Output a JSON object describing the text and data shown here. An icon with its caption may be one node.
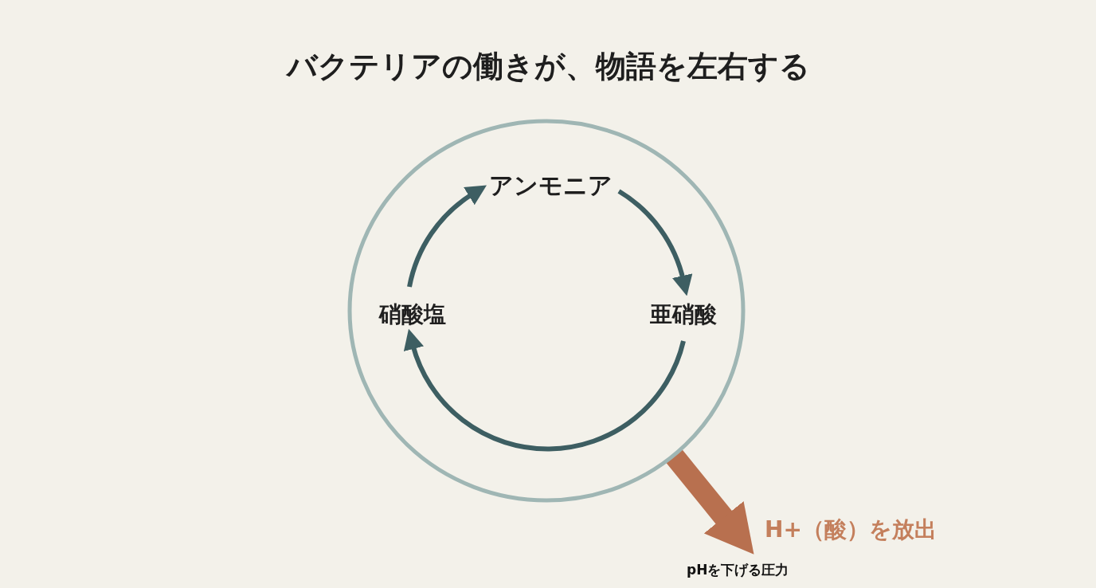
{
  "diagram": {
    "title": "バクテリアの働きが、物語を左右する",
    "nodes": [
      {
        "text": [],
        "shape": "circle"
      },
      {
        "text": [
          "アンモニア"
        ],
        "in": 0
      },
      {
        "text": [
          "亜硝酸"
        ],
        "in": 0
      },
      {
        "text": [
          "硝酸塩"
        ],
        "in": 0
      },
      {
        "text": [
          "H+（酸）を放出"
        ]
      }
    ],
    "edges": [
      {
        "from": 3,
        "to": 1,
        "arrow": "to"
      },
      {
        "from": 1,
        "to": 2,
        "arrow": "to"
      },
      {
        "from": 2,
        "to": 3,
        "arrow": "to"
      },
      {
        "from": 0,
        "to": 4,
        "arrow": "to",
        "style": "thick",
        "color": "#b8704f"
      }
    ],
    "labels": [
      "pHを下げる圧力"
    ]
  }
}
